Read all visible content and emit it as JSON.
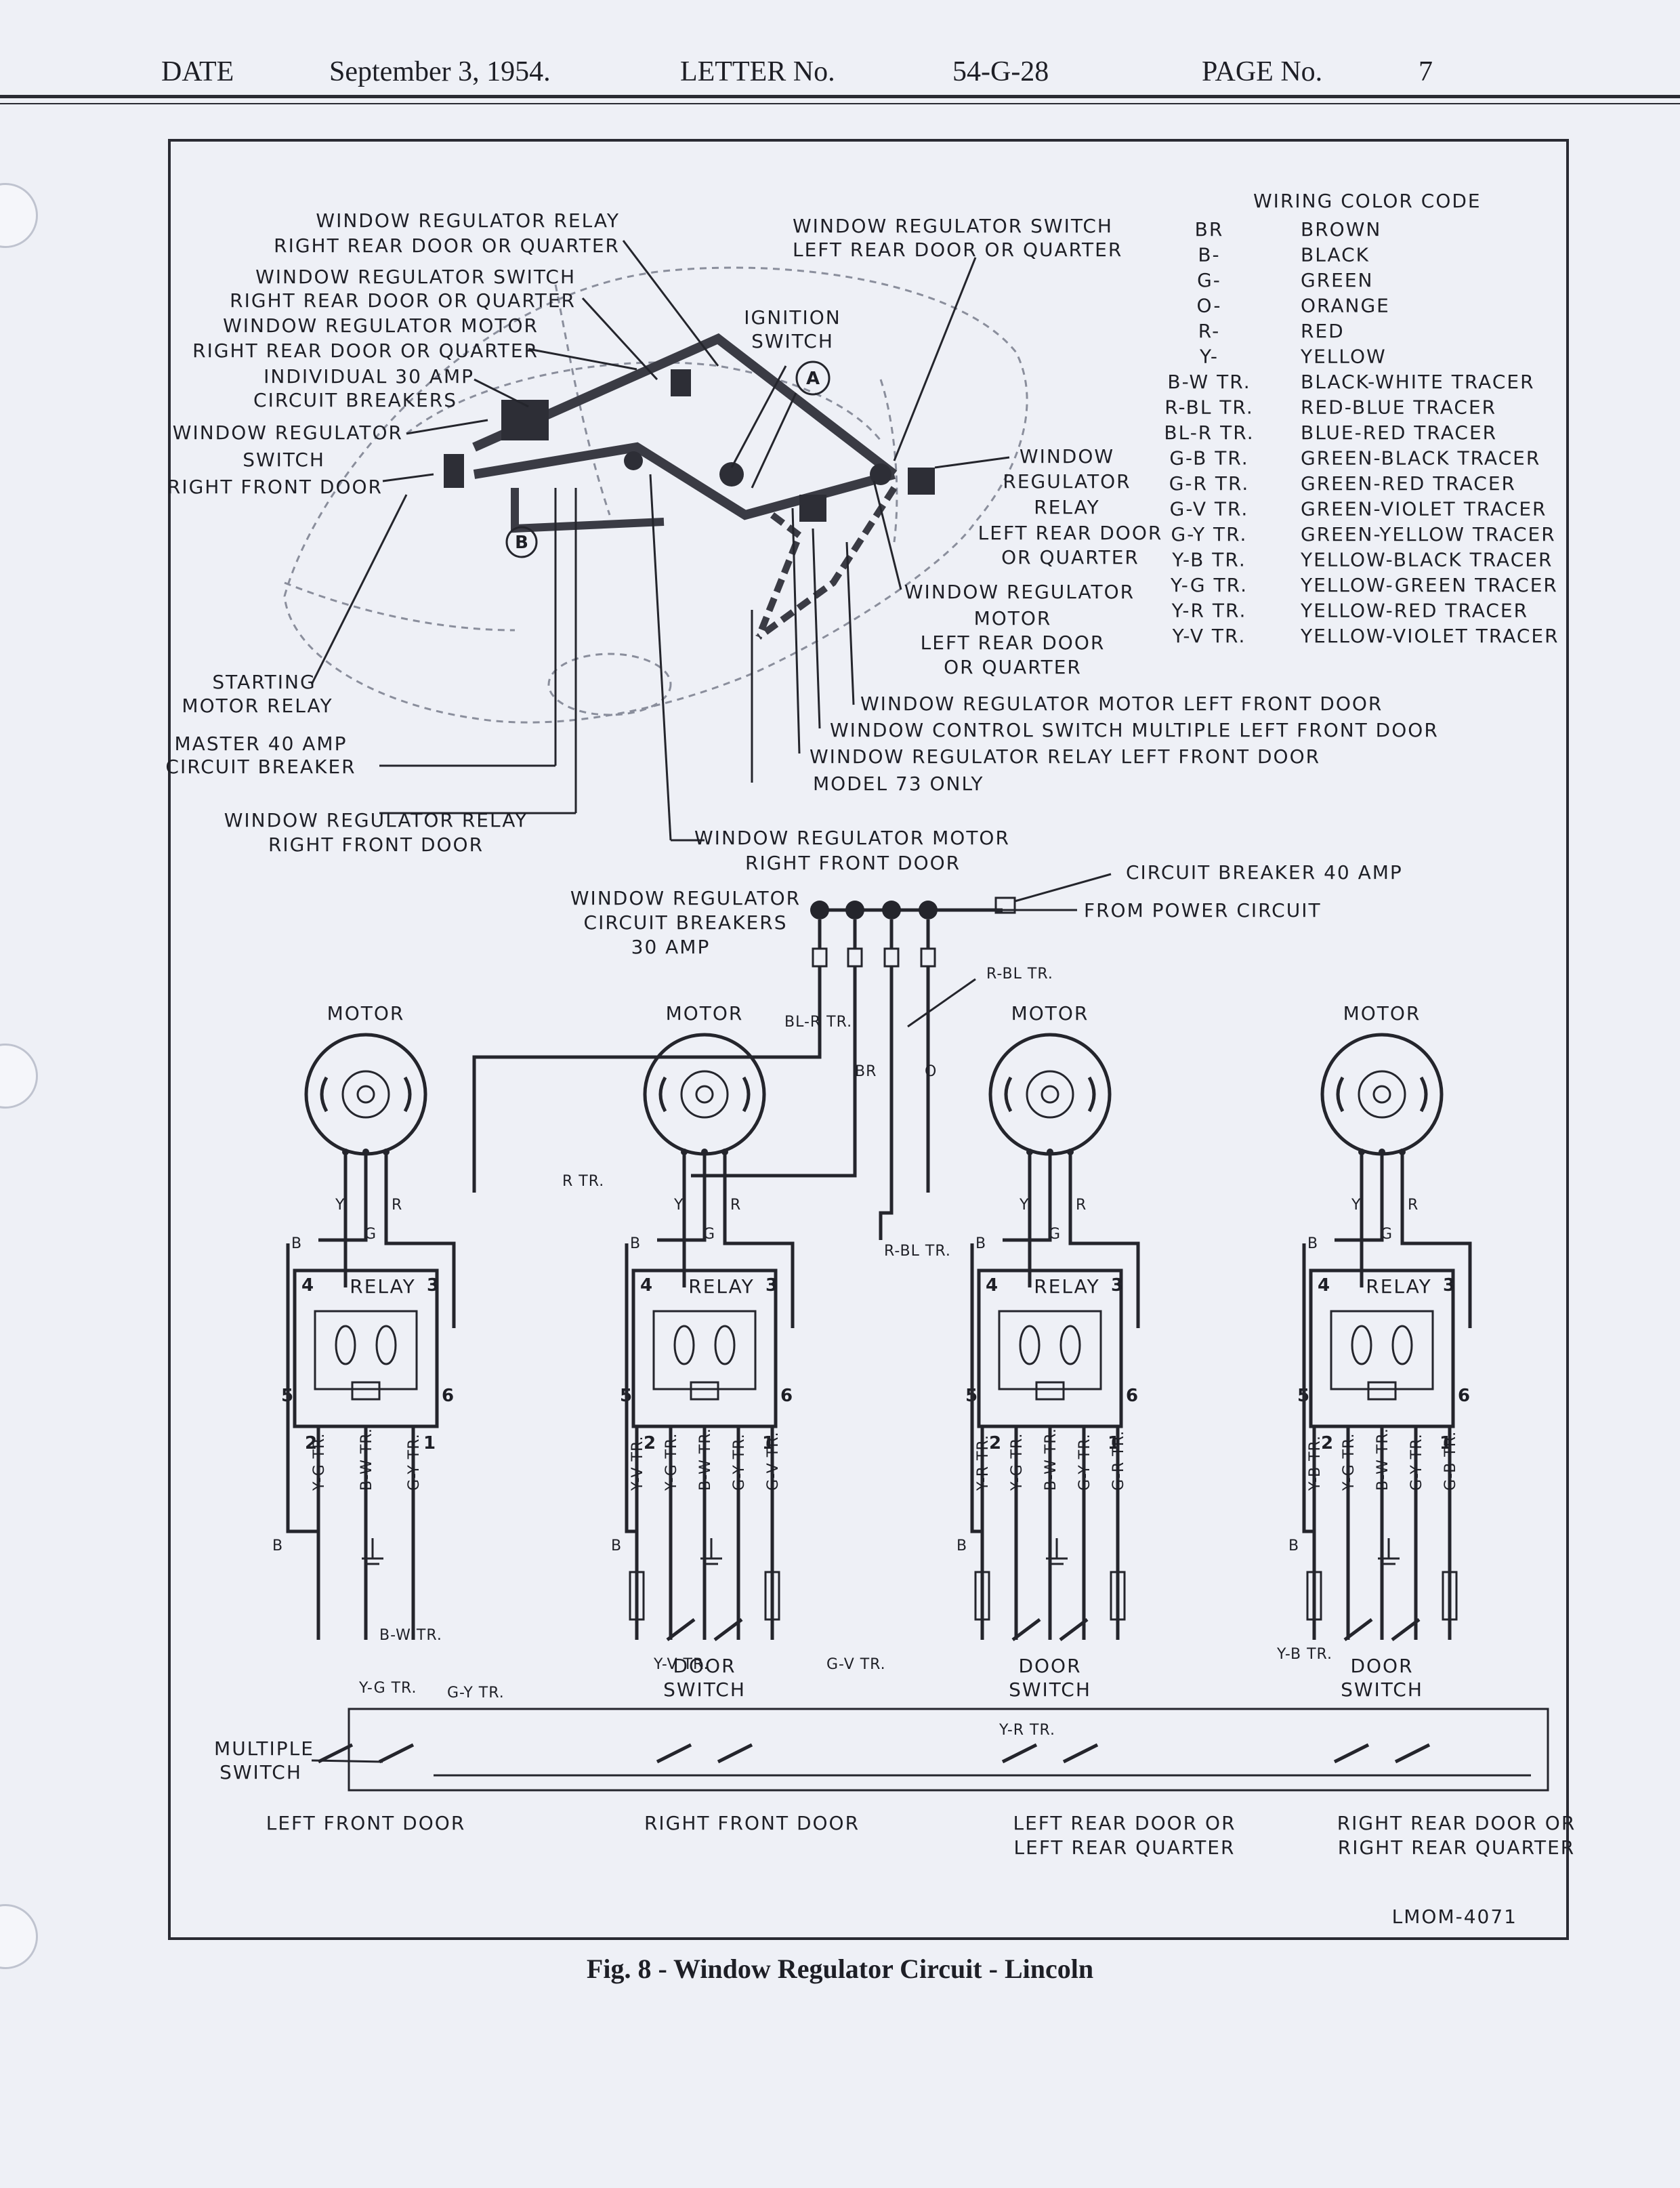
{
  "header": {
    "date_label": "DATE",
    "date": "September 3, 1954.",
    "letter_label": "LETTER No.",
    "letter_no": "54-G-28",
    "page_label": "PAGE No.",
    "page_no": "7"
  },
  "pictorial": {
    "callouts_left": [
      "WINDOW REGULATOR RELAY",
      "RIGHT REAR DOOR OR QUARTER",
      "WINDOW REGULATOR  SWITCH",
      "RIGHT REAR DOOR OR QUARTER",
      "WINDOW REGULATOR MOTOR",
      "RIGHT REAR DOOR OR QUARTER",
      "INDIVIDUAL 30 AMP",
      "CIRCUIT BREAKERS",
      "WINDOW REGULATOR",
      "SWITCH",
      "RIGHT FRONT DOOR"
    ],
    "callouts_top": [
      "WINDOW REGULATOR SWITCH",
      "LEFT REAR DOOR OR QUARTER"
    ],
    "ignition": [
      "IGNITION",
      "SWITCH"
    ],
    "marker_a": "A",
    "marker_b": "B",
    "relay_lr": [
      "WINDOW",
      "REGULATOR",
      "RELAY",
      "LEFT REAR DOOR",
      "OR QUARTER"
    ],
    "motor_lr": [
      "WINDOW REGULATOR",
      "MOTOR",
      "LEFT REAR DOOR",
      "OR QUARTER"
    ],
    "callouts_bottom_left": [
      "STARTING",
      "MOTOR RELAY",
      "MASTER 40 AMP",
      "CIRCUIT BREAKER",
      "WINDOW REGULATOR RELAY",
      "RIGHT FRONT DOOR"
    ],
    "callouts_bottom_right": [
      "WINDOW REGULATOR MOTOR LEFT FRONT DOOR",
      "WINDOW CONTROL SWITCH MULTIPLE LEFT FRONT DOOR",
      "WINDOW REGULATOR RELAY  LEFT FRONT DOOR",
      "MODEL 73 ONLY"
    ],
    "motor_rf": [
      "WINDOW REGULATOR MOTOR",
      "RIGHT FRONT DOOR"
    ]
  },
  "color_code": {
    "title": "WIRING COLOR CODE",
    "entries": [
      {
        "code": "BR",
        "name": "BROWN"
      },
      {
        "code": "B-",
        "name": "BLACK"
      },
      {
        "code": "G-",
        "name": "GREEN"
      },
      {
        "code": "O-",
        "name": "ORANGE"
      },
      {
        "code": "R-",
        "name": "RED"
      },
      {
        "code": "Y-",
        "name": "YELLOW"
      },
      {
        "code": "B-W TR.",
        "name": "BLACK-WHITE TRACER"
      },
      {
        "code": "R-BL TR.",
        "name": "RED-BLUE TRACER"
      },
      {
        "code": "BL-R TR.",
        "name": "BLUE-RED TRACER"
      },
      {
        "code": "G-B TR.",
        "name": "GREEN-BLACK TRACER"
      },
      {
        "code": "G-R TR.",
        "name": "GREEN-RED TRACER"
      },
      {
        "code": "G-V TR.",
        "name": "GREEN-VIOLET TRACER"
      },
      {
        "code": "G-Y TR.",
        "name": "GREEN-YELLOW TRACER"
      },
      {
        "code": "Y-B TR.",
        "name": "YELLOW-BLACK TRACER"
      },
      {
        "code": "Y-G TR.",
        "name": "YELLOW-GREEN TRACER"
      },
      {
        "code": "Y-R TR.",
        "name": "YELLOW-RED TRACER"
      },
      {
        "code": "Y-V TR.",
        "name": "YELLOW-VIOLET TRACER"
      }
    ]
  },
  "schematic": {
    "circuit_breaker": "CIRCUIT BREAKER 40 AMP",
    "power": "FROM POWER CIRCUIT",
    "breakers_label": [
      "WINDOW REGULATOR",
      "CIRCUIT BREAKERS",
      "30 AMP"
    ],
    "motor_label": "MOTOR",
    "relay_label": "RELAY",
    "door_switch_label": [
      "DOOR",
      "SWITCH"
    ],
    "multiple_switch_label": [
      "MULTIPLE",
      "SWITCH"
    ],
    "wire_labels": {
      "r_bl_tr": "R-BL TR.",
      "bl_r_tr": "BL-R TR.",
      "br": "BR",
      "o": "O",
      "r_tr": "R TR.",
      "y": "Y",
      "g": "G",
      "r": "R",
      "b": "B",
      "y_g_tr": "Y-G TR.",
      "b_w_tr": "B-W TR.",
      "g_y_tr": "G-Y TR.",
      "y_v_tr": "Y-V TR.",
      "g_v_tr": "G-V TR.",
      "y_r_tr": "Y-R TR.",
      "g_r_tr": "G-R TR.",
      "y_b_tr": "Y-B TR.",
      "g_b_tr": "G-B TR."
    },
    "terminals": [
      "1",
      "2",
      "3",
      "4",
      "5",
      "6"
    ],
    "doors": [
      [
        "LEFT FRONT DOOR"
      ],
      [
        "RIGHT FRONT DOOR"
      ],
      [
        "LEFT REAR DOOR OR",
        "LEFT REAR QUARTER"
      ],
      [
        "RIGHT REAR DOOR OR",
        "RIGHT REAR QUARTER"
      ]
    ],
    "drawing_no": "LMOM-4071"
  },
  "caption": "Fig. 8 - Window Regulator Circuit - Lincoln"
}
